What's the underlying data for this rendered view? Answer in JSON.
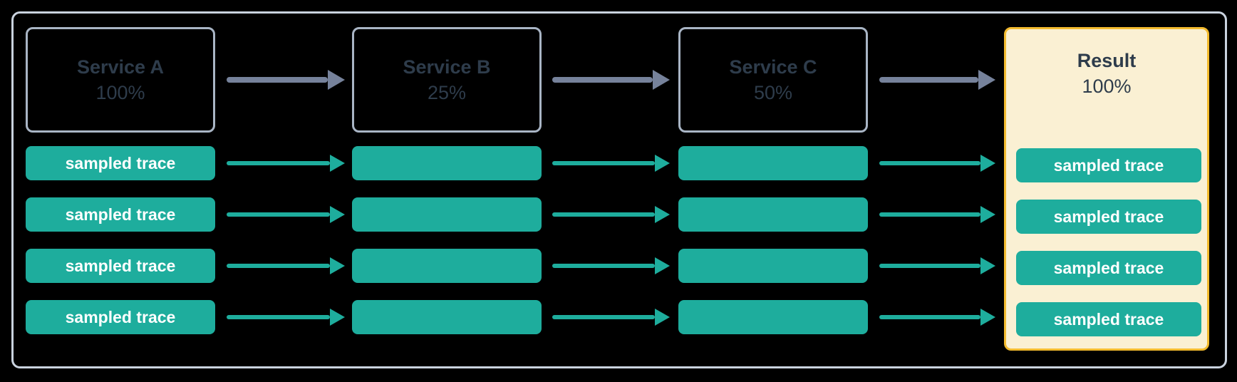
{
  "labels": {
    "sampled_trace": "sampled trace"
  },
  "columns": [
    {
      "id": "service-a",
      "name": "Service A",
      "rate": "100%",
      "kind": "service"
    },
    {
      "id": "service-b",
      "name": "Service B",
      "rate": "25%",
      "kind": "service"
    },
    {
      "id": "service-c",
      "name": "Service C",
      "rate": "50%",
      "kind": "service"
    },
    {
      "id": "result",
      "name": "Result",
      "rate": "100%",
      "kind": "result"
    }
  ],
  "rows_per_column": 4,
  "trace_rows": {
    "service_a_labels": [
      "sampled trace",
      "sampled trace",
      "sampled trace",
      "sampled trace"
    ],
    "service_b_labels": [
      "",
      "",
      "",
      ""
    ],
    "service_c_labels": [
      "",
      "",
      "",
      ""
    ],
    "result_labels": [
      "sampled trace",
      "sampled trace",
      "sampled trace",
      "sampled trace"
    ]
  },
  "colors": {
    "background": "#000000",
    "frame_border": "#C9D2DE",
    "service_box_border": "#A9B5C5",
    "service_text": "#2E3C4B",
    "trace_fill": "#1EAD9D",
    "trace_text": "#FFFFFF",
    "service_arrow": "#76829B",
    "trace_arrow": "#1EAD9D",
    "result_fill": "#FAF0D3",
    "result_border": "#F3BB2F"
  }
}
